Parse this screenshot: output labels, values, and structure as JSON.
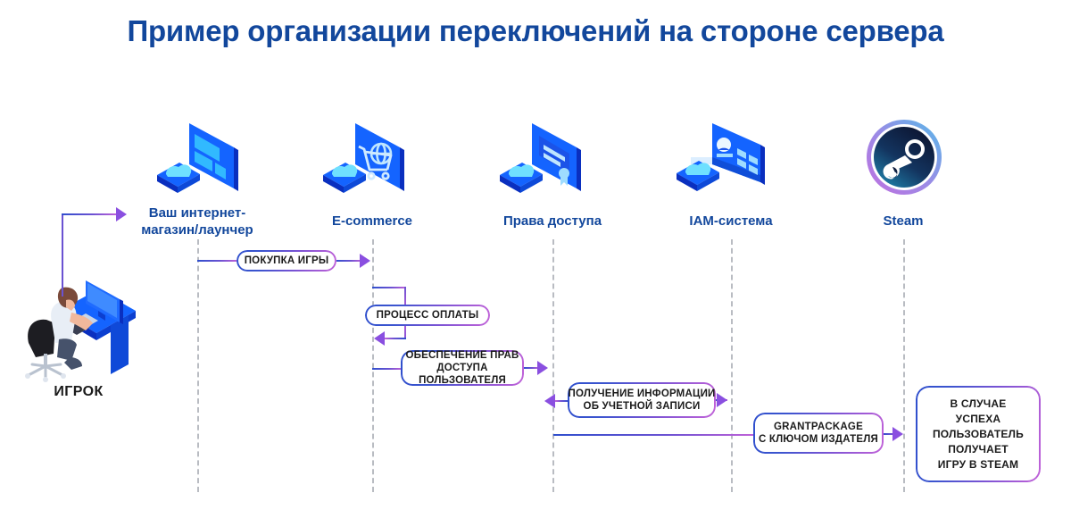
{
  "title": "Пример организации переключений на стороне сервера",
  "colors": {
    "title": "#12479c",
    "header": "#12479c",
    "lifeline": "#b9bcc2",
    "gradient_start": "#2f4fcd",
    "gradient_end": "#c162d8",
    "arrow": "#8a4fe0",
    "icon_blue": "#1464ff",
    "icon_cyan": "#2fd2ff",
    "steam_dark": "#0f1b3d"
  },
  "actor": {
    "label": "ИГРОК",
    "icon": "player-at-desk-illustration"
  },
  "columns": [
    {
      "id": "shop",
      "label": "Ваш интернет-\nмагазин/лаунчер",
      "icon": "monitor-cloud-icon"
    },
    {
      "id": "ecommerce",
      "label": "E-commerce",
      "icon": "cart-globe-screen-icon"
    },
    {
      "id": "rights",
      "label": "Права доступа",
      "icon": "certificate-screen-icon"
    },
    {
      "id": "iam",
      "label": "IAM-система",
      "icon": "user-dashboard-screen-icon"
    },
    {
      "id": "steam",
      "label": "Steam",
      "icon": "steam-logo-icon"
    }
  ],
  "messages": [
    {
      "id": "m1",
      "label": "ПОКУПКА ИГРЫ",
      "from": "actor",
      "to": "shop"
    },
    {
      "id": "m2",
      "label": "ПРОЦЕСС ОПЛАТЫ",
      "from": "ecommerce",
      "to": "ecommerce"
    },
    {
      "id": "m3",
      "label": "ОБЕСПЕЧЕНИЕ ПРАВ\nДОСТУПА ПОЛЬЗОВАТЕЛЯ",
      "from": "ecommerce",
      "to": "rights"
    },
    {
      "id": "m4",
      "label": "ПОЛУЧЕНИЕ ИНФОРМАЦИИ\nОБ УЧЕТНОЙ ЗАПИСИ",
      "from": "rights",
      "to": "iam"
    },
    {
      "id": "m5",
      "label": "GRANTPACKAGE\nС КЛЮЧОМ ИЗДАТЕЛЯ",
      "from": "rights",
      "to": "steam"
    },
    {
      "id": "m6",
      "label": "В СЛУЧАЕ\nУСПЕХА\nПОЛЬЗОВАТЕЛЬ\nПОЛУЧАЕТ\nИГРУ В STEAM",
      "from": "steam",
      "to": "steam"
    }
  ]
}
